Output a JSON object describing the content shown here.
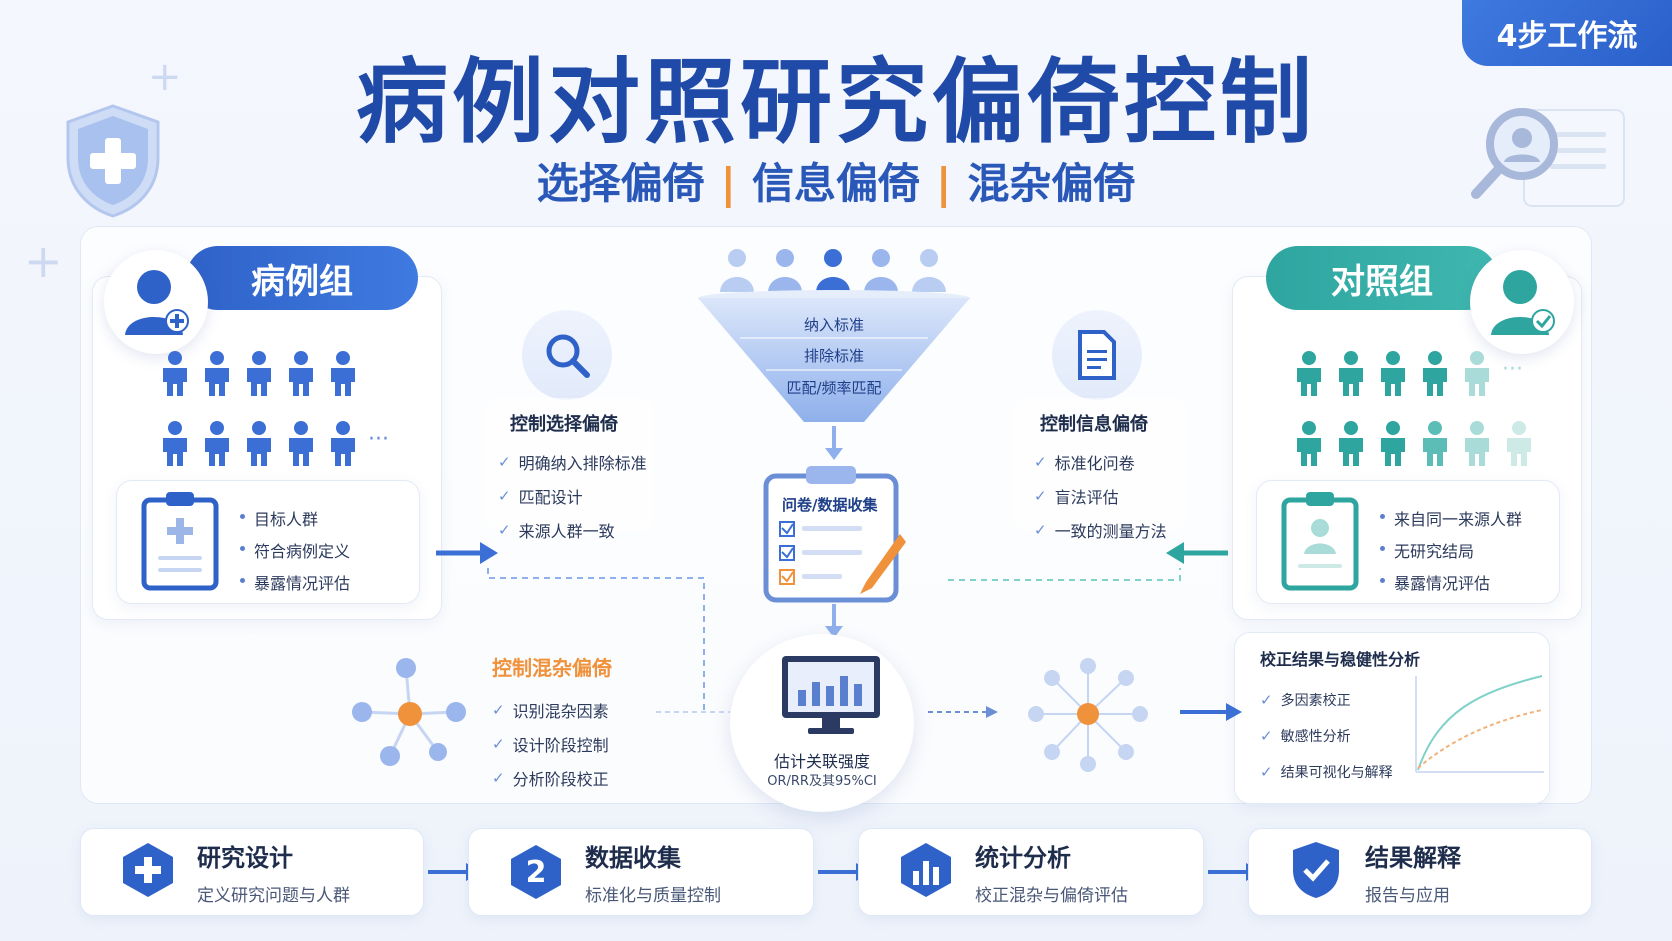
{
  "badge": "4步工作流",
  "title": "病例对照研究偏倚控制",
  "subtitle": {
    "a": "选择偏倚",
    "sep": "|",
    "b": "信息偏倚",
    "c": "混杂偏倚"
  },
  "case_group": {
    "label": "病例组",
    "items": [
      "目标人群",
      "符合病例定义",
      "暴露情况评估"
    ],
    "more": "···"
  },
  "control_group": {
    "label": "对照组",
    "items": [
      "来自同一来源人群",
      "无研究结局",
      "暴露情况评估"
    ],
    "more": "···"
  },
  "selection_bias": {
    "heading": "控制选择偏倚",
    "items": [
      "明确纳入排除标准",
      "匹配设计",
      "来源人群一致"
    ]
  },
  "info_bias": {
    "heading": "控制信息偏倚",
    "items": [
      "标准化问卷",
      "盲法评估",
      "一致的测量方法"
    ]
  },
  "confound_bias": {
    "heading": "控制混杂偏倚",
    "items": [
      "识别混杂因素",
      "设计阶段控制",
      "分析阶段校正"
    ]
  },
  "funnel": {
    "levels": [
      "纳入标准",
      "排除标准",
      "匹配/频率匹配"
    ]
  },
  "questionnaire": {
    "label": "问卷/数据收集"
  },
  "analysis": {
    "label": "估计关联强度",
    "sub": "OR/RR及其95%CI"
  },
  "correction": {
    "heading": "校正结果与稳健性分析",
    "items": [
      "多因素校正",
      "敏感性分析",
      "结果可视化与解释"
    ]
  },
  "steps": [
    {
      "title": "研究设计",
      "sub": "定义研究问题与人群",
      "icon": "plus-icon"
    },
    {
      "title": "数据收集",
      "sub": "标准化与质量控制",
      "num": "2",
      "icon": "number-icon"
    },
    {
      "title": "统计分析",
      "sub": "校正混杂与偏倚评估",
      "icon": "bar-chart-icon"
    },
    {
      "title": "结果解释",
      "sub": "报告与应用",
      "icon": "shield-check-icon"
    }
  ],
  "colors": {
    "primary": "#2f62c8",
    "teal": "#2fa5a0",
    "orange": "#f0913b",
    "navy": "#1f4aa8"
  }
}
